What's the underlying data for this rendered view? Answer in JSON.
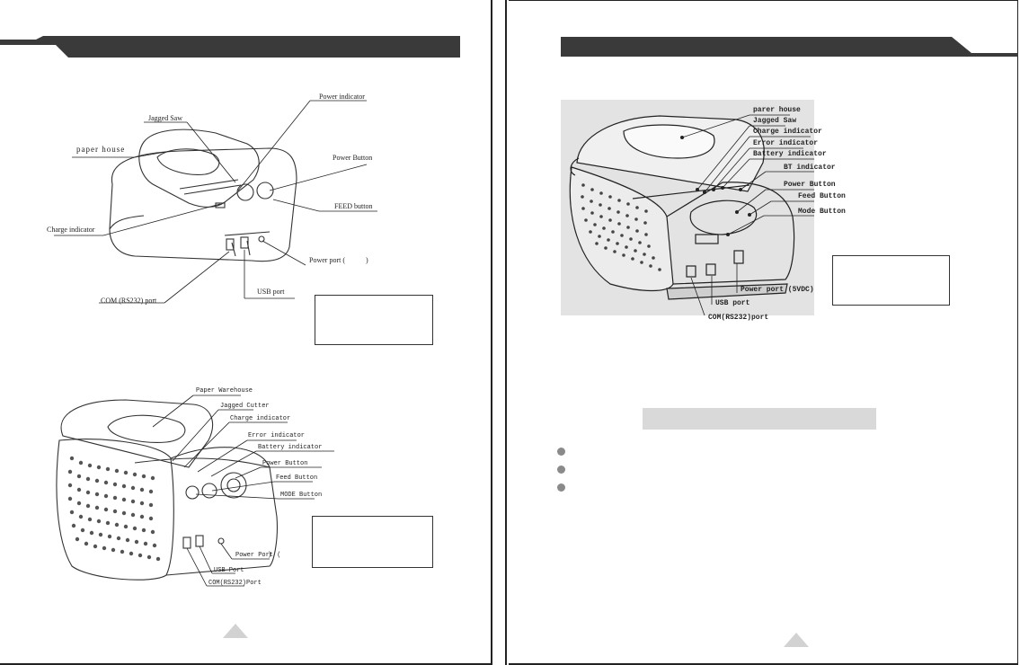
{
  "left_page": {
    "figure1": {
      "labels": {
        "power_indicator": "Power indicator",
        "jagged_saw": "Jagged Saw",
        "paper_house": "paper  house",
        "power_button": "Power Button",
        "feed_button": "FEED  button",
        "charge_indicator": "Charge indicator",
        "power_port": "Power port (",
        "power_port_close": ")",
        "usb_port": "USB  port",
        "com_port": "COM (RS232) port"
      }
    },
    "figure2": {
      "labels": {
        "paper_warehouse": "Paper Warehouse",
        "jagged_cutter": "Jagged Cutter",
        "charge_indicator": "Charge indicator",
        "error_indicator": "Error indicator",
        "battery_indicator": "Battery indicator",
        "power_button": "Power Button",
        "feed_button": "Feed Button",
        "mode_button": "MODE Button",
        "power_port": "Power Port (",
        "power_port_close": ")",
        "usb_port": "USB Port",
        "com_port": "COM(RS232)Port"
      }
    }
  },
  "right_page": {
    "figure3": {
      "labels": {
        "paper_house": "parer house",
        "jagged_saw": "Jagged Saw",
        "charge_indicator": "Charge indicator",
        "error_indicator": "Error indicator",
        "battery_indicator": "Battery indicator",
        "bt_indicator": "BT indicator",
        "power_button": "Power Button",
        "feed_button": "Feed Button",
        "mode_button": "Mode Button",
        "power_port": "Power port (5VDC)",
        "usb_port": "USB port",
        "com_port": "COM(RS232)port"
      }
    },
    "bullets": 3
  },
  "colors": {
    "header_band": "#3a3a3a",
    "section_bar": "#d9d9d9",
    "bullet": "#8a8a8a",
    "page_marker": "#d2d2d2"
  }
}
